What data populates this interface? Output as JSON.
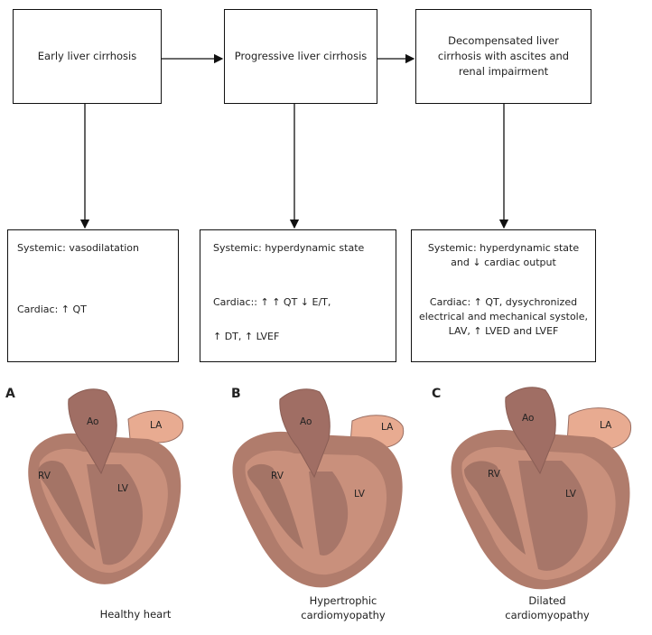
{
  "stages": [
    "Early liver cirrhosis",
    "Progressive liver cirrhosis",
    "Decompensated liver cirrhosis with ascites and renal impairment"
  ],
  "outcomes": [
    {
      "systemic": "Systemic: vasodilatation",
      "cardiac": "Cardiac: ↑ QT"
    },
    {
      "systemic": "Systemic: hyperdynamic state",
      "cardiac_line1": "Cardiac:: ↑ ↑ QT ↓ E/T,",
      "cardiac_line2": "↑ DT, ↑ LVEF"
    },
    {
      "systemic": "Systemic: hyperdynamic state and ↓ cardiac output",
      "cardiac": "Cardiac: ↑ QT, dysychronized electrical and mechanical systole, LAV, ↑ LVED and LVEF"
    }
  ],
  "hearts": [
    {
      "letter": "A",
      "caption": "Healthy heart",
      "labels": {
        "ao": "Ao",
        "la": "LA",
        "rv": "RV",
        "lv": "LV"
      }
    },
    {
      "letter": "B",
      "caption": "Hypertrophic cardiomyopathy",
      "labels": {
        "ao": "Ao",
        "la": "LA",
        "rv": "RV",
        "lv": "LV"
      }
    },
    {
      "letter": "C",
      "caption": "Dilated cardiomyopathy",
      "labels": {
        "ao": "Ao",
        "la": "LA",
        "rv": "RV",
        "lv": "LV"
      }
    }
  ],
  "colors": {
    "heart_outer": "#b07c6c",
    "heart_mid": "#c9907c",
    "heart_inner": "#9a6e62",
    "atrium": "#e8ab91",
    "line": "#111111"
  }
}
